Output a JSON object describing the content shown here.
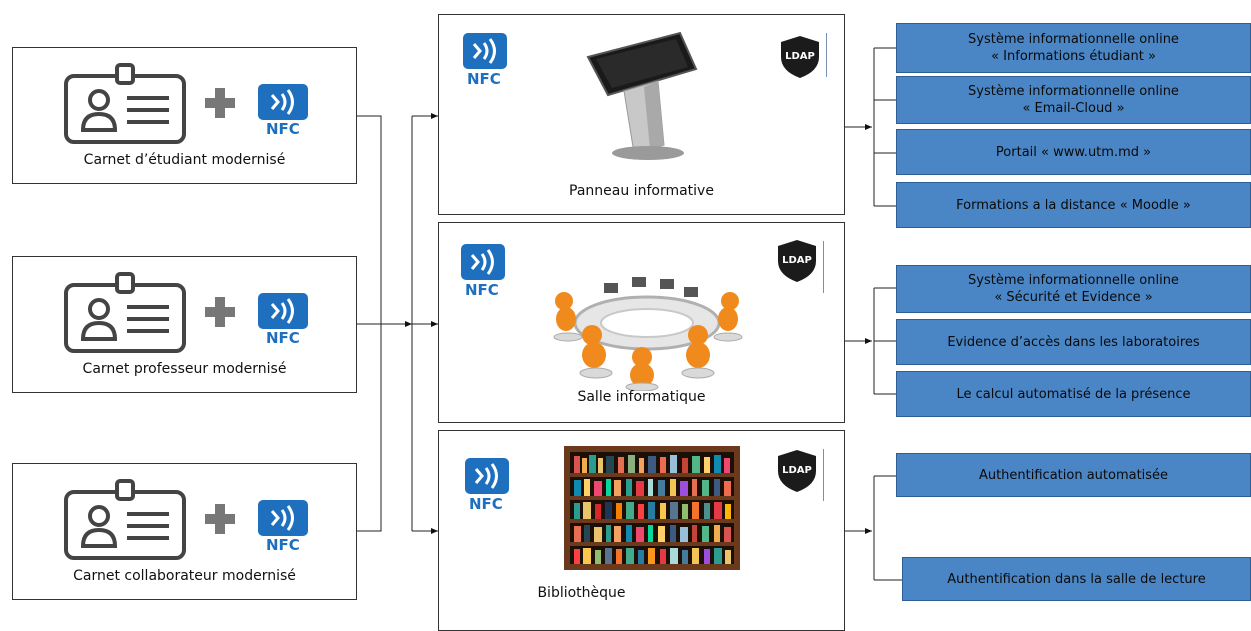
{
  "cards": [
    {
      "label": "Carnet d’étudiant modernisé"
    },
    {
      "label": "Carnet professeur modernisé"
    },
    {
      "label": "Carnet collaborateur modernisé"
    }
  ],
  "nfc_label": "NFC",
  "ldap_label": "LDAP",
  "panels": [
    {
      "label": "Panneau informative"
    },
    {
      "label": "Salle informatique"
    },
    {
      "label": "Bibliothèque"
    }
  ],
  "services": {
    "group1": [
      {
        "line1": "Système informationnelle online",
        "line2": "« Informations étudiant »"
      },
      {
        "line1": "Système informationnelle online",
        "line2": "« Email-Cloud »"
      },
      {
        "line1": "Portail « www.utm.md »",
        "line2": ""
      },
      {
        "line1": "Formations a la distance « Moodle »",
        "line2": ""
      }
    ],
    "group2": [
      {
        "line1": "Système informationnelle online",
        "line2": "« Sécurité et Evidence »"
      },
      {
        "line1": "Evidence d’accès dans les laboratoires",
        "line2": ""
      },
      {
        "line1": "Le calcul automatisé de la présence",
        "line2": ""
      }
    ],
    "group3": [
      {
        "line1": "Authentification automatisée",
        "line2": ""
      },
      {
        "line1": "Authentification dans la salle de lecture",
        "line2": ""
      }
    ]
  },
  "colors": {
    "service_fill": "#4a86c6",
    "nfc": "#1f6fbf"
  }
}
